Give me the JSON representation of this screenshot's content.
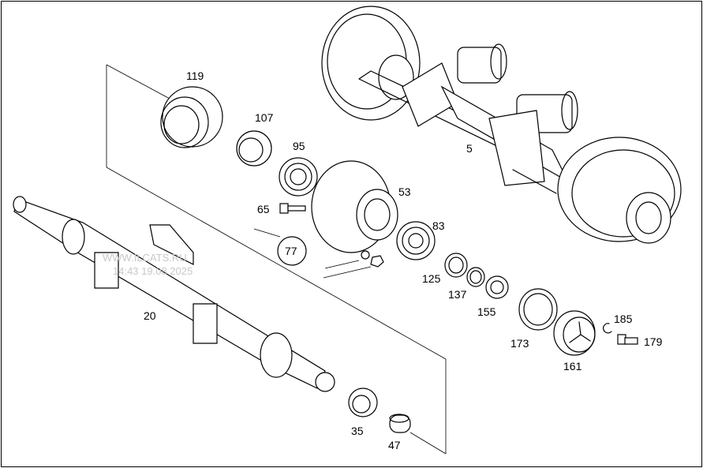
{
  "parts": {
    "p119": "119",
    "p107": "107",
    "p95": "95",
    "p53": "53",
    "p65": "65",
    "p77": "77",
    "p83": "83",
    "p5": "5",
    "p125": "125",
    "p137": "137",
    "p155": "155",
    "p173": "173",
    "p161": "161",
    "p185": "185",
    "p179": "179",
    "p20": "20",
    "p35": "35",
    "p47": "47"
  },
  "watermark": {
    "line1": "WWW.ILCATS.RU",
    "line2": "14:43 19.08.2025"
  },
  "colors": {
    "line": "#000000",
    "background": "#ffffff",
    "watermark": "#c8c8c8"
  }
}
